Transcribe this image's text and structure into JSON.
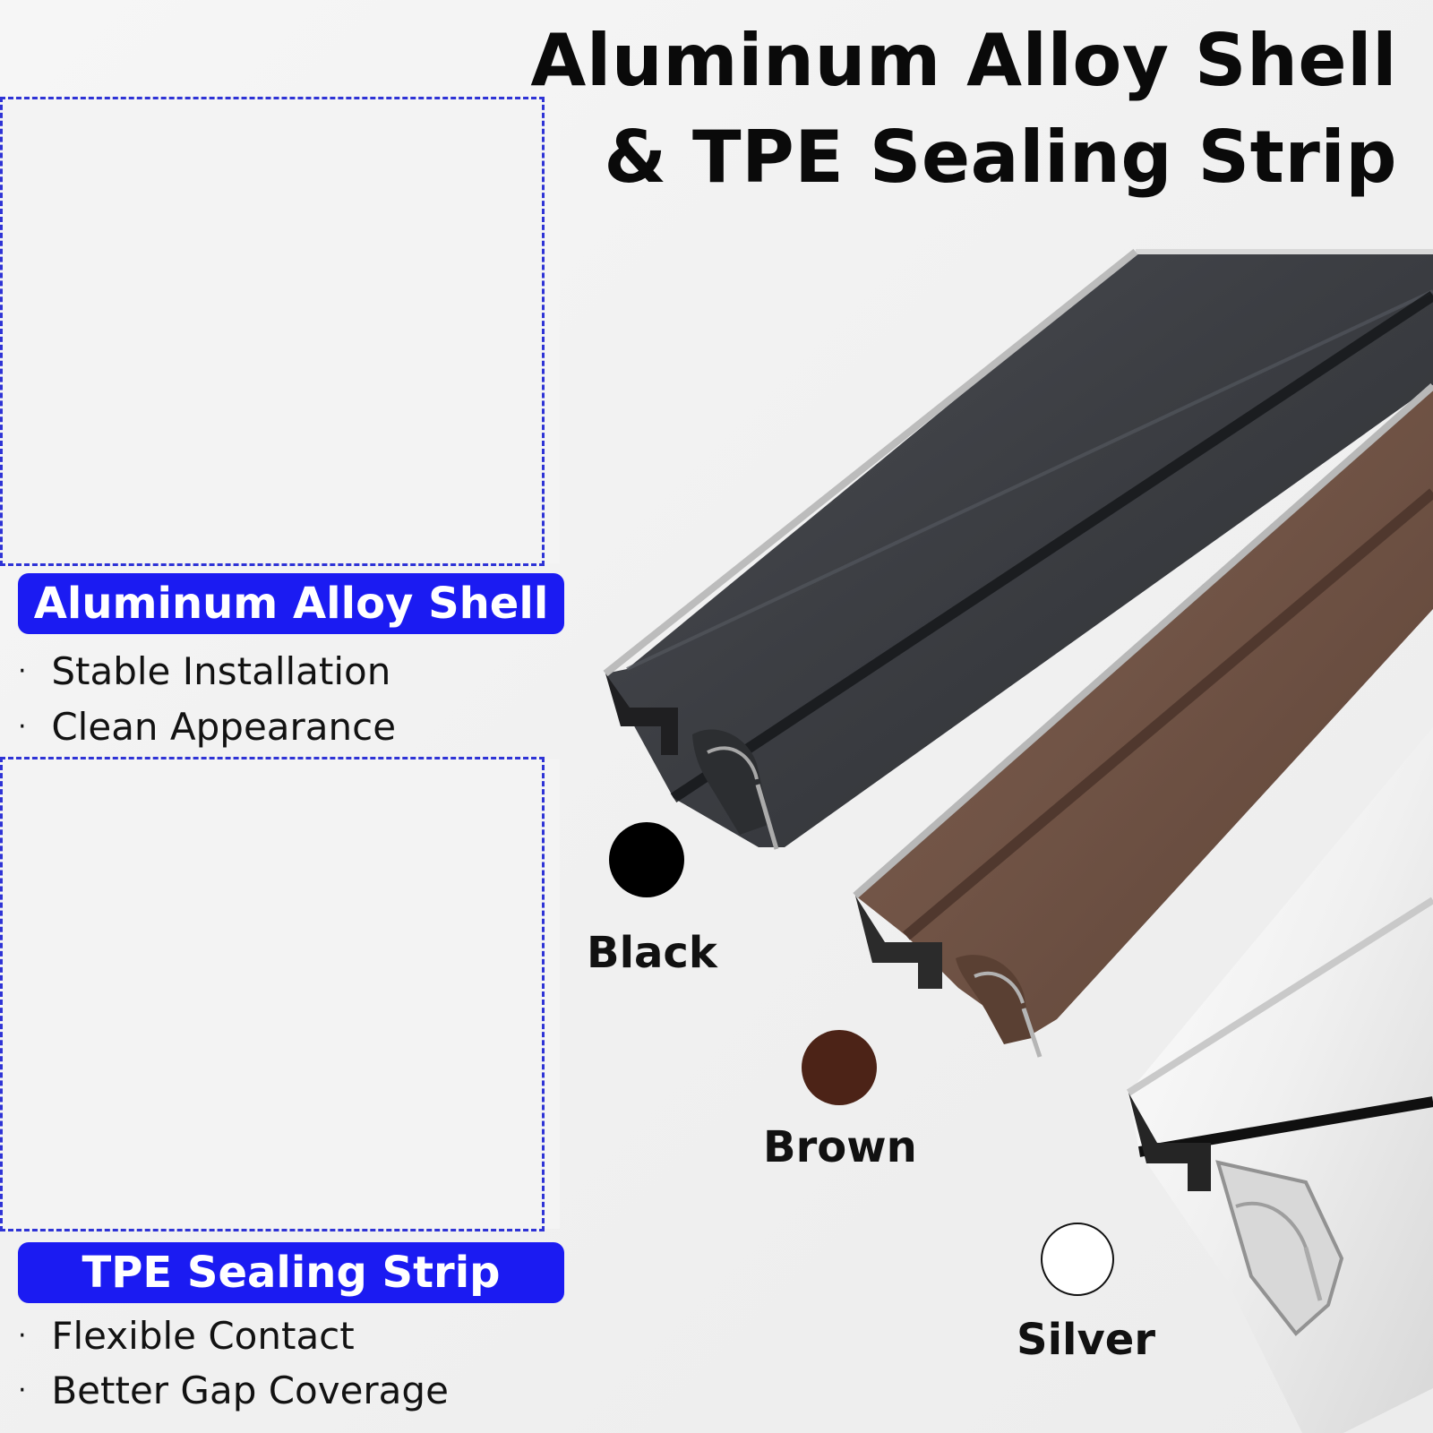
{
  "header": {
    "title_line_1": "Aluminum Alloy Shell",
    "title_line_2": "& TPE Sealing Strip"
  },
  "left_sections": [
    {
      "label": "Aluminum Alloy Shell",
      "bullets": [
        "Stable Installation",
        "Clean Appearance"
      ]
    },
    {
      "label": "TPE Sealing Strip",
      "bullets": [
        "Flexible Contact",
        "Better Gap Coverage"
      ]
    }
  ],
  "color_options": [
    {
      "name": "Black",
      "color": "#000000"
    },
    {
      "name": "Brown",
      "color": "#4c2317"
    },
    {
      "name": "Silver",
      "color": "#ffffff"
    }
  ],
  "bullet_glyph": "·",
  "theme": {
    "label_blue": "#1b1bf2",
    "dash_blue": "#2e33d6"
  }
}
